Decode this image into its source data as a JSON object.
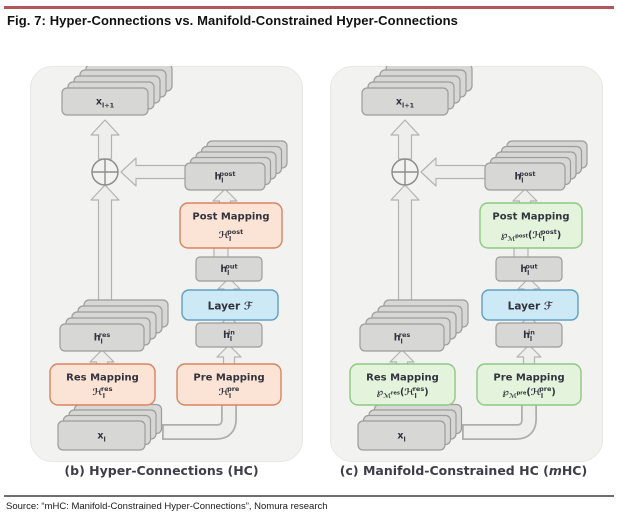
{
  "title": "Fig. 7: Hyper-Connections vs. Manifold-Constrained Hyper-Connections",
  "source": "Source: “mHC: Manifold-Constrained Hyper-Connections”, Nomura research",
  "colors": {
    "top_rule": "#b25757",
    "bottom_rule": "#6e6e6e",
    "panel_bg": "#f2f2f0",
    "panel_stroke": "#e7e7e5",
    "card_fill": "#d7d7d5",
    "card_stroke": "#9c9c9a",
    "arrow_fill": "#eeeeec",
    "arrow_stroke": "#b3b3b1",
    "pipe_outer": "#aeaeac",
    "pipe_inner": "#eeeeec",
    "layer_fill": "#cde9f5",
    "layer_stroke": "#5f9fc4",
    "plus_stroke": "#8d8d8b",
    "text_dark": "#33333f"
  },
  "diagrams": [
    {
      "id": "hc",
      "caption": {
        "pre": "(b) Hyper-Connections (HC)",
        "italic": "",
        "post": ""
      },
      "map_fill": "#fbe3d5",
      "map_stroke": "#d9845f",
      "labels": {
        "x_out": [
          [
            "x",
            "n"
          ],
          [
            "l+1",
            "sub"
          ]
        ],
        "h_post": [
          [
            "h",
            "n"
          ],
          [
            "l",
            "sub"
          ],
          [
            "post",
            "sup"
          ]
        ],
        "post_title": "Post Mapping",
        "post_math": [
          [
            "ℋ",
            "n"
          ],
          [
            "l",
            "sub"
          ],
          [
            "post",
            "sup"
          ]
        ],
        "h_out": [
          [
            "h",
            "n"
          ],
          [
            "l",
            "sub"
          ],
          [
            "out",
            "sup"
          ]
        ],
        "layer": "Layer ℱ",
        "h_in": [
          [
            "h",
            "n"
          ],
          [
            "l",
            "sub"
          ],
          [
            "in",
            "sup"
          ]
        ],
        "pre_title": "Pre Mapping",
        "pre_math": [
          [
            "ℋ",
            "n"
          ],
          [
            "l",
            "sub"
          ],
          [
            "pre",
            "sup"
          ]
        ],
        "res_title": "Res Mapping",
        "res_math": [
          [
            "ℋ",
            "n"
          ],
          [
            "l",
            "sub"
          ],
          [
            "res",
            "sup"
          ]
        ],
        "h_res": [
          [
            "h",
            "n"
          ],
          [
            "l",
            "sub"
          ],
          [
            "res",
            "sup"
          ]
        ],
        "x_in": [
          [
            "x",
            "n"
          ],
          [
            "l",
            "sub"
          ]
        ]
      }
    },
    {
      "id": "mhc",
      "caption": {
        "pre": "(c) Manifold-Constrained HC (",
        "italic": "m",
        "post": "HC)"
      },
      "map_fill": "#e4f4dc",
      "map_stroke": "#8cc981",
      "labels": {
        "x_out": [
          [
            "x",
            "n"
          ],
          [
            "l+1",
            "sub"
          ]
        ],
        "h_post": [
          [
            "h",
            "n"
          ],
          [
            "l",
            "sub"
          ],
          [
            "post",
            "sup"
          ]
        ],
        "post_title": "Post Mapping",
        "post_math": [
          [
            "℘",
            "n"
          ],
          [
            "ℳ",
            "sub"
          ],
          [
            "post",
            "ss"
          ],
          [
            "(ℋ",
            "n"
          ],
          [
            "l",
            "sub"
          ],
          [
            "post",
            "sup"
          ],
          [
            ")",
            "n"
          ]
        ],
        "h_out": [
          [
            "h",
            "n"
          ],
          [
            "l",
            "sub"
          ],
          [
            "out",
            "sup"
          ]
        ],
        "layer": "Layer ℱ",
        "h_in": [
          [
            "h",
            "n"
          ],
          [
            "l",
            "sub"
          ],
          [
            "in",
            "sup"
          ]
        ],
        "pre_title": "Pre Mapping",
        "pre_math": [
          [
            "℘",
            "n"
          ],
          [
            "ℳ",
            "sub"
          ],
          [
            "pre",
            "ss"
          ],
          [
            "(ℋ",
            "n"
          ],
          [
            "l",
            "sub"
          ],
          [
            "pre",
            "sup"
          ],
          [
            ")",
            "n"
          ]
        ],
        "res_title": "Res Mapping",
        "res_math": [
          [
            "℘",
            "n"
          ],
          [
            "ℳ",
            "sub"
          ],
          [
            "res",
            "ss"
          ],
          [
            "(ℋ",
            "n"
          ],
          [
            "l",
            "sub"
          ],
          [
            "res",
            "sup"
          ],
          [
            ")",
            "n"
          ]
        ],
        "h_res": [
          [
            "h",
            "n"
          ],
          [
            "l",
            "sub"
          ],
          [
            "res",
            "sup"
          ]
        ],
        "x_in": [
          [
            "x",
            "n"
          ],
          [
            "l",
            "sub"
          ]
        ]
      }
    }
  ]
}
